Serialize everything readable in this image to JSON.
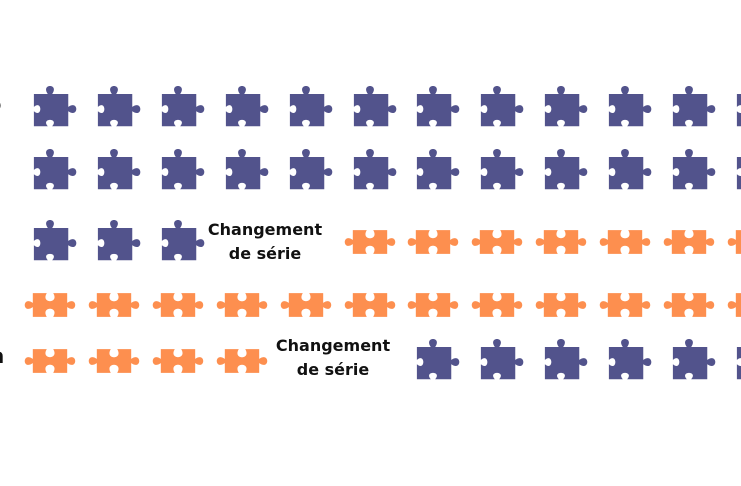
{
  "colors": {
    "purple": "#52538c",
    "orange": "#fd8f4f",
    "text": "#111111"
  },
  "icons": {
    "purple": "puzzle-piece-purple-icon",
    "orange": "puzzle-piece-orange-icon"
  },
  "rows": [
    {
      "cells": [
        "P",
        "P",
        "P",
        "P",
        "P",
        "P",
        "P",
        "P",
        "P",
        "P",
        "P",
        "P"
      ]
    },
    {
      "cells": [
        "P",
        "P",
        "P",
        "P",
        "P",
        "P",
        "P",
        "P",
        "P",
        "P",
        "P",
        "P"
      ]
    },
    {
      "cells": [
        "P",
        "P",
        "P",
        "L",
        "L",
        "O",
        "O",
        "O",
        "O",
        "O",
        "O",
        "O"
      ],
      "label": {
        "line1": "Changement",
        "line2": "de série"
      }
    },
    {
      "cells": [
        "O",
        "O",
        "O",
        "O",
        "O",
        "O",
        "O",
        "O",
        "O",
        "O",
        "O",
        "O"
      ]
    },
    {
      "cells": [
        "O",
        "O",
        "O",
        "O",
        "L",
        "L",
        "P",
        "P",
        "P",
        "P",
        "P",
        "P"
      ],
      "label": {
        "line1": "Changement",
        "line2": "de série"
      }
    }
  ]
}
